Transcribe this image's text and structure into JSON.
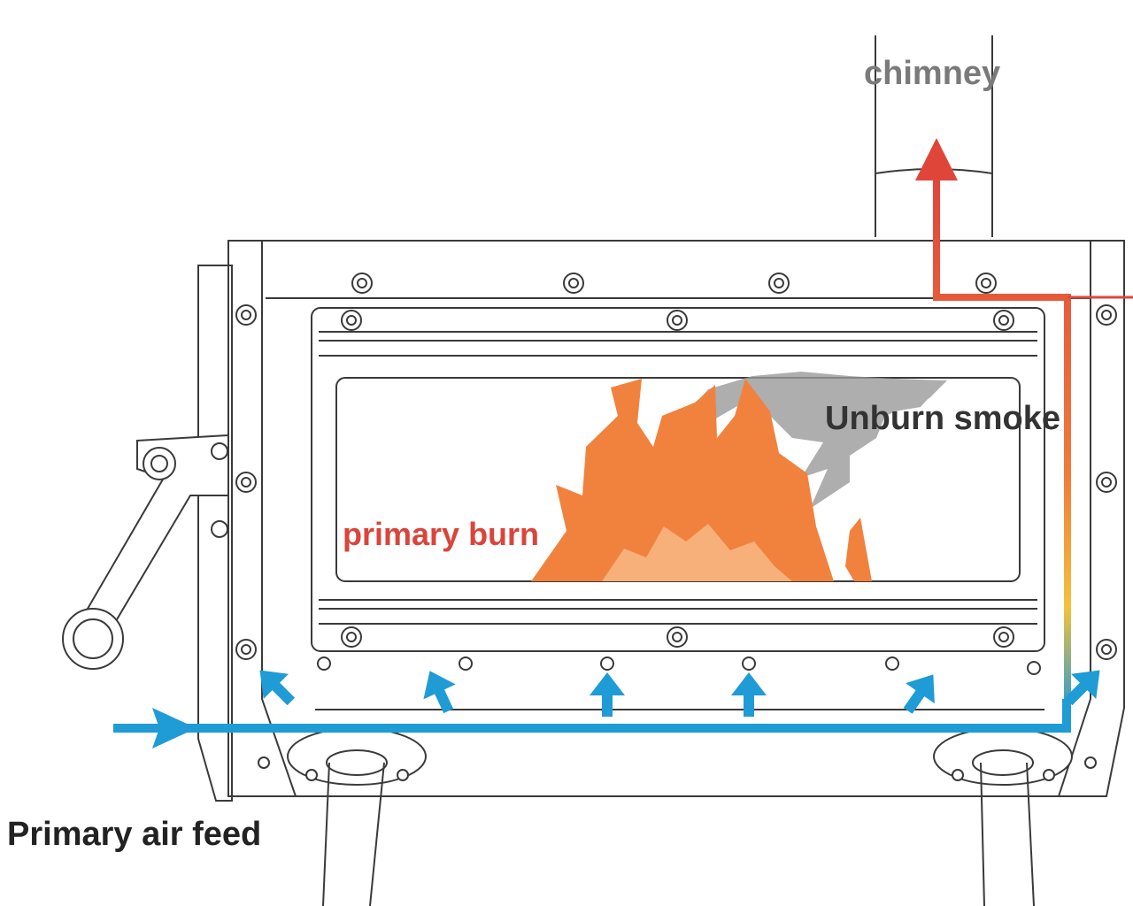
{
  "labels": {
    "chimney": "chimney",
    "unburn_smoke": "Unburn smoke",
    "primary_burn": "primary burn",
    "primary_air_feed": "Primary air feed"
  },
  "colors": {
    "outline": "#3a3a3a",
    "air_flow": "#1f9bd6",
    "exhaust": "#e0453a",
    "exhaust_warm": "#f2c23c",
    "flame_dark": "#f0823e",
    "flame_light": "#f7b07a",
    "smoke": "#9a9a9a",
    "chimney_label": "#7a7a7a",
    "burn_label": "#d9453b",
    "text": "#222222"
  },
  "icons": {
    "flame": "flame-icon",
    "smoke": "smoke-icon",
    "air_arrow": "air-arrow-icon",
    "exhaust_arrow": "exhaust-arrow-icon"
  }
}
